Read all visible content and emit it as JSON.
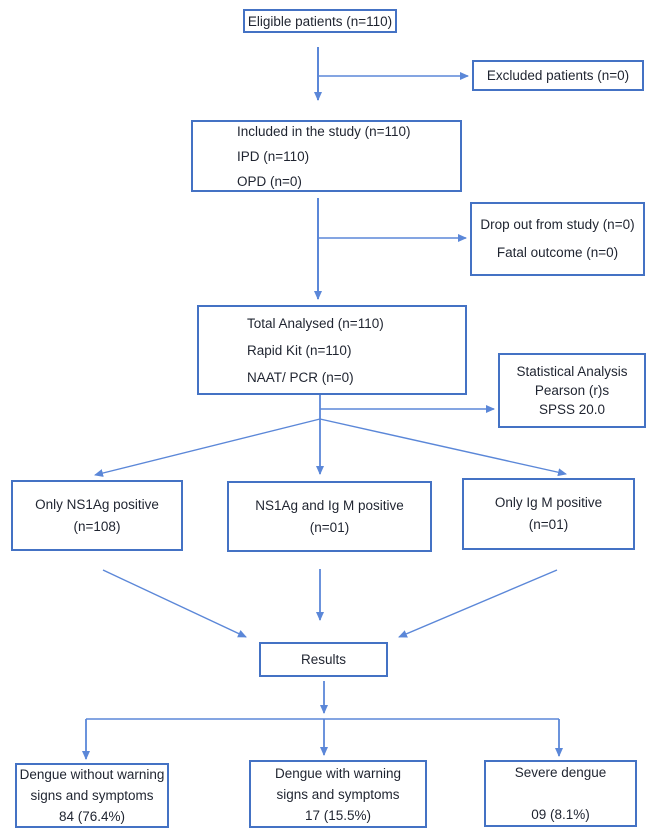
{
  "colors": {
    "box_border": "#4472C4",
    "arrow": "#5b87d8",
    "text": "#1f2430",
    "background": "#ffffff"
  },
  "flowchart": {
    "eligible": {
      "label": "Eligible patients (n=110)"
    },
    "excluded": {
      "label": "Excluded patients (n=0)"
    },
    "included": {
      "lines": [
        "Included in the study (n=110)",
        "IPD (n=110)",
        "OPD (n=0)"
      ]
    },
    "dropout": {
      "lines": [
        "Drop out from study (n=0)",
        "Fatal outcome (n=0)"
      ]
    },
    "analysed": {
      "lines": [
        "Total Analysed (n=110)",
        "Rapid Kit (n=110)",
        "NAAT/ PCR (n=0)"
      ]
    },
    "stats": {
      "lines": [
        "Statistical Analysis",
        "Pearson (r)s",
        "SPSS 20.0"
      ]
    },
    "ns1ag_only": {
      "lines": [
        "Only NS1Ag positive",
        "(n=108)"
      ]
    },
    "ns1ag_igm": {
      "lines": [
        "NS1Ag and Ig M positive",
        "(n=01)"
      ]
    },
    "igm_only": {
      "lines": [
        "Only Ig M positive",
        "(n=01)"
      ]
    },
    "results": {
      "label": "Results"
    },
    "dengue_without": {
      "lines": [
        "Dengue without warning",
        "signs and symptoms",
        "84 (76.4%)"
      ]
    },
    "dengue_with": {
      "lines": [
        "Dengue with warning",
        "signs and symptoms",
        "17 (15.5%)"
      ]
    },
    "severe": {
      "lines": [
        "Severe dengue",
        "",
        "09 (8.1%)"
      ]
    },
    "edges": [
      {
        "from": "eligible",
        "to": "included"
      },
      {
        "from": "eligible",
        "to": "excluded"
      },
      {
        "from": "included",
        "to": "analysed"
      },
      {
        "from": "included",
        "to": "dropout"
      },
      {
        "from": "analysed",
        "to": "stats"
      },
      {
        "from": "analysed",
        "to": "ns1ag_only"
      },
      {
        "from": "analysed",
        "to": "ns1ag_igm"
      },
      {
        "from": "analysed",
        "to": "igm_only"
      },
      {
        "from": "ns1ag_only",
        "to": "results"
      },
      {
        "from": "ns1ag_igm",
        "to": "results"
      },
      {
        "from": "igm_only",
        "to": "results"
      },
      {
        "from": "results",
        "to": "dengue_without"
      },
      {
        "from": "results",
        "to": "dengue_with"
      },
      {
        "from": "results",
        "to": "severe"
      }
    ]
  }
}
